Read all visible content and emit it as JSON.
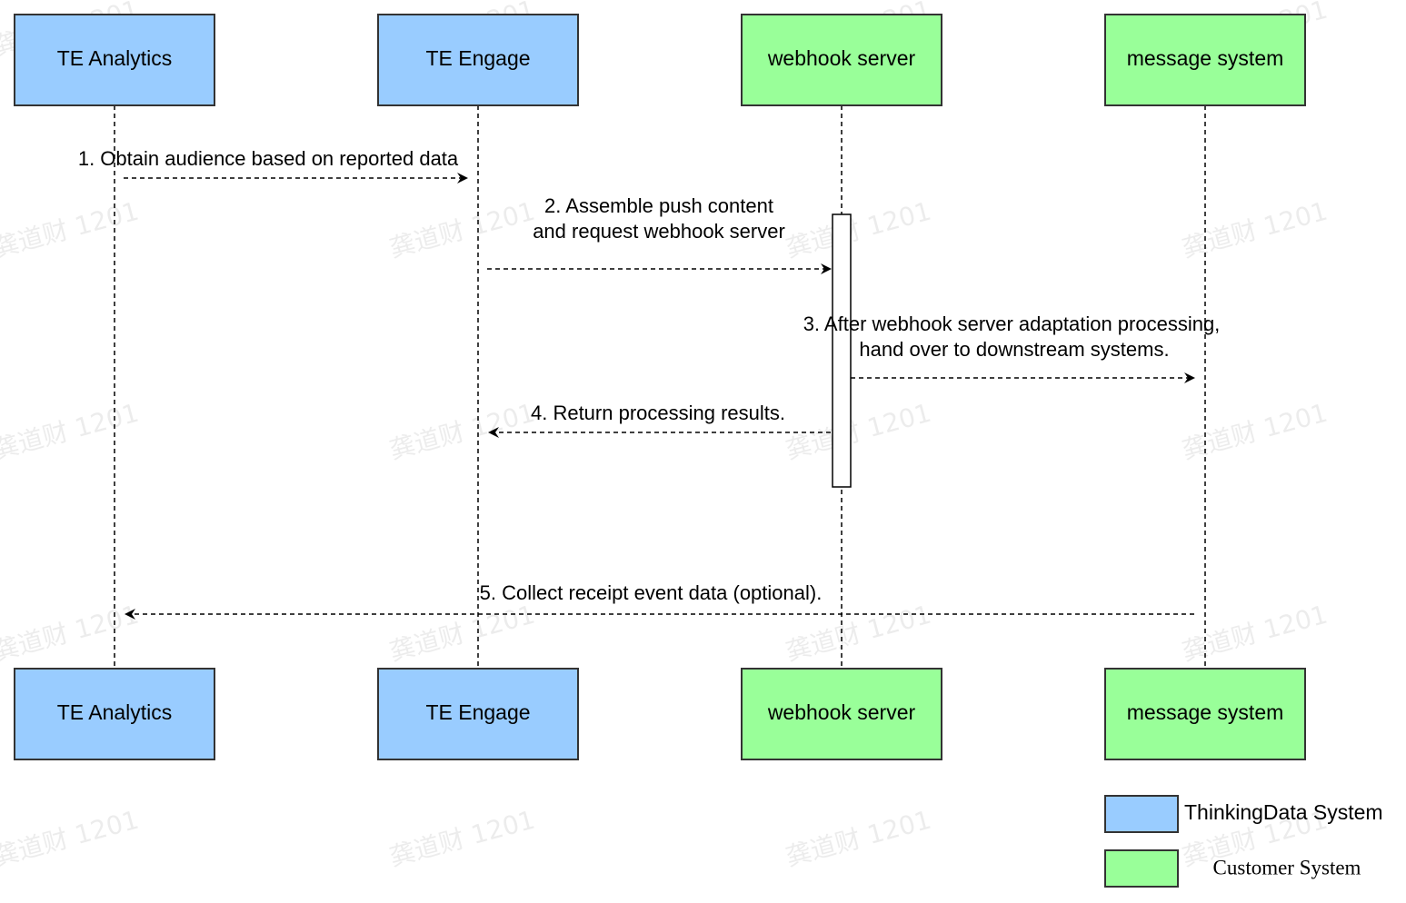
{
  "colors": {
    "thinkingdata": "#99ccff",
    "customer": "#99ff99",
    "stroke": "#333333"
  },
  "actors": [
    {
      "id": "analytics",
      "label": "TE Analytics",
      "group": "thinkingdata"
    },
    {
      "id": "engage",
      "label": "TE Engage",
      "group": "thinkingdata"
    },
    {
      "id": "webhook",
      "label": "webhook server",
      "group": "customer"
    },
    {
      "id": "message",
      "label": "message system",
      "group": "customer"
    }
  ],
  "messages": [
    {
      "from": "analytics",
      "to": "engage",
      "lines": [
        "1. Obtain audience based on reported data"
      ]
    },
    {
      "from": "engage",
      "to": "webhook",
      "lines": [
        "2. Assemble push content",
        "and request webhook server"
      ]
    },
    {
      "from": "webhook",
      "to": "message",
      "lines": [
        "3. After webhook server adaptation processing,",
        "hand over to downstream systems."
      ]
    },
    {
      "from": "webhook",
      "to": "engage",
      "lines": [
        "4. Return processing results."
      ]
    },
    {
      "from": "message",
      "to": "analytics",
      "lines": [
        "5. Collect receipt event data (optional)."
      ]
    }
  ],
  "legend": [
    {
      "group": "thinkingdata",
      "label": "ThinkingData System"
    },
    {
      "group": "customer",
      "label": "Customer System"
    }
  ],
  "watermark": "龚道财 1201"
}
